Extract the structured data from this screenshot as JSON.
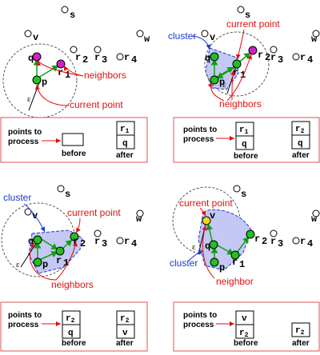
{
  "labels": {
    "s": "s",
    "v": "v",
    "w": "w",
    "q": "q",
    "p": "p",
    "r1": "r",
    "r2": "r",
    "r3": "r",
    "r4": "r",
    "sub1": "1",
    "sub2": "2",
    "sub3": "3",
    "sub4": "4",
    "eps": "ε"
  },
  "annotations": {
    "neighbors": "neighbors",
    "current_point": "current point",
    "cluster": "cluster",
    "neighbor": "neighbor"
  },
  "box": {
    "points_line1": "points to",
    "points_line2": "process",
    "before": "before",
    "after": "after"
  },
  "panels": [
    {
      "before": [],
      "after": [
        "r1",
        "q"
      ]
    },
    {
      "before": [
        "r1",
        "q"
      ],
      "after": [
        "r2",
        "q"
      ]
    },
    {
      "before": [
        "r2",
        "q"
      ],
      "after": [
        "r2",
        "v"
      ]
    },
    {
      "before": [
        "v",
        "r2"
      ],
      "after": [
        "r2"
      ]
    }
  ],
  "colors": {
    "point_green": "#22c020",
    "point_magenta": "#d020c8",
    "point_yellow": "#f0d818",
    "cluster_fill": "#c4c8f4",
    "cluster_edge": "#1a3ad0",
    "annotation_red": "#e01010",
    "box_border": "#e05050",
    "edge_green": "#10a010"
  }
}
